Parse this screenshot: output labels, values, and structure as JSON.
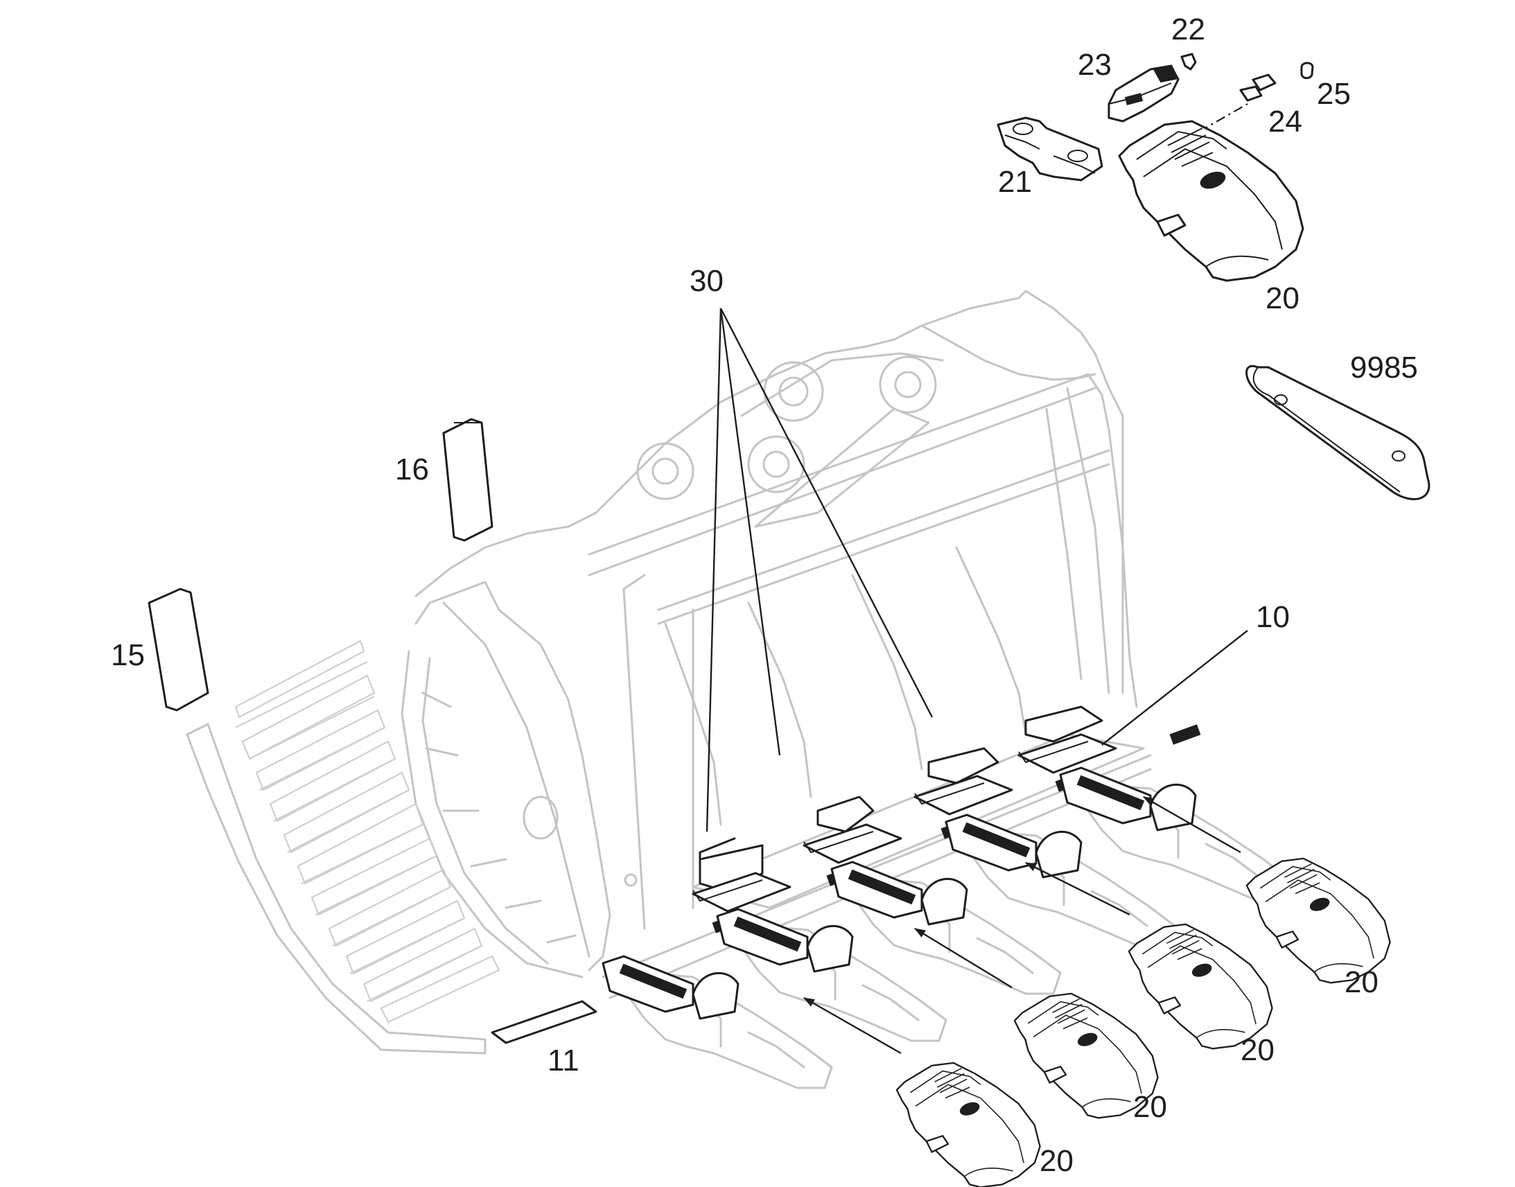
{
  "callouts": {
    "c30": "30",
    "c22": "22",
    "c23": "23",
    "c24": "24",
    "c25": "25",
    "c21": "21",
    "c20_top": "20",
    "c9985": "9985",
    "c16": "16",
    "c15": "15",
    "c10": "10",
    "c11": "11",
    "c20_a": "20",
    "c20_b": "20",
    "c20_c": "20",
    "c20_d": "20"
  }
}
